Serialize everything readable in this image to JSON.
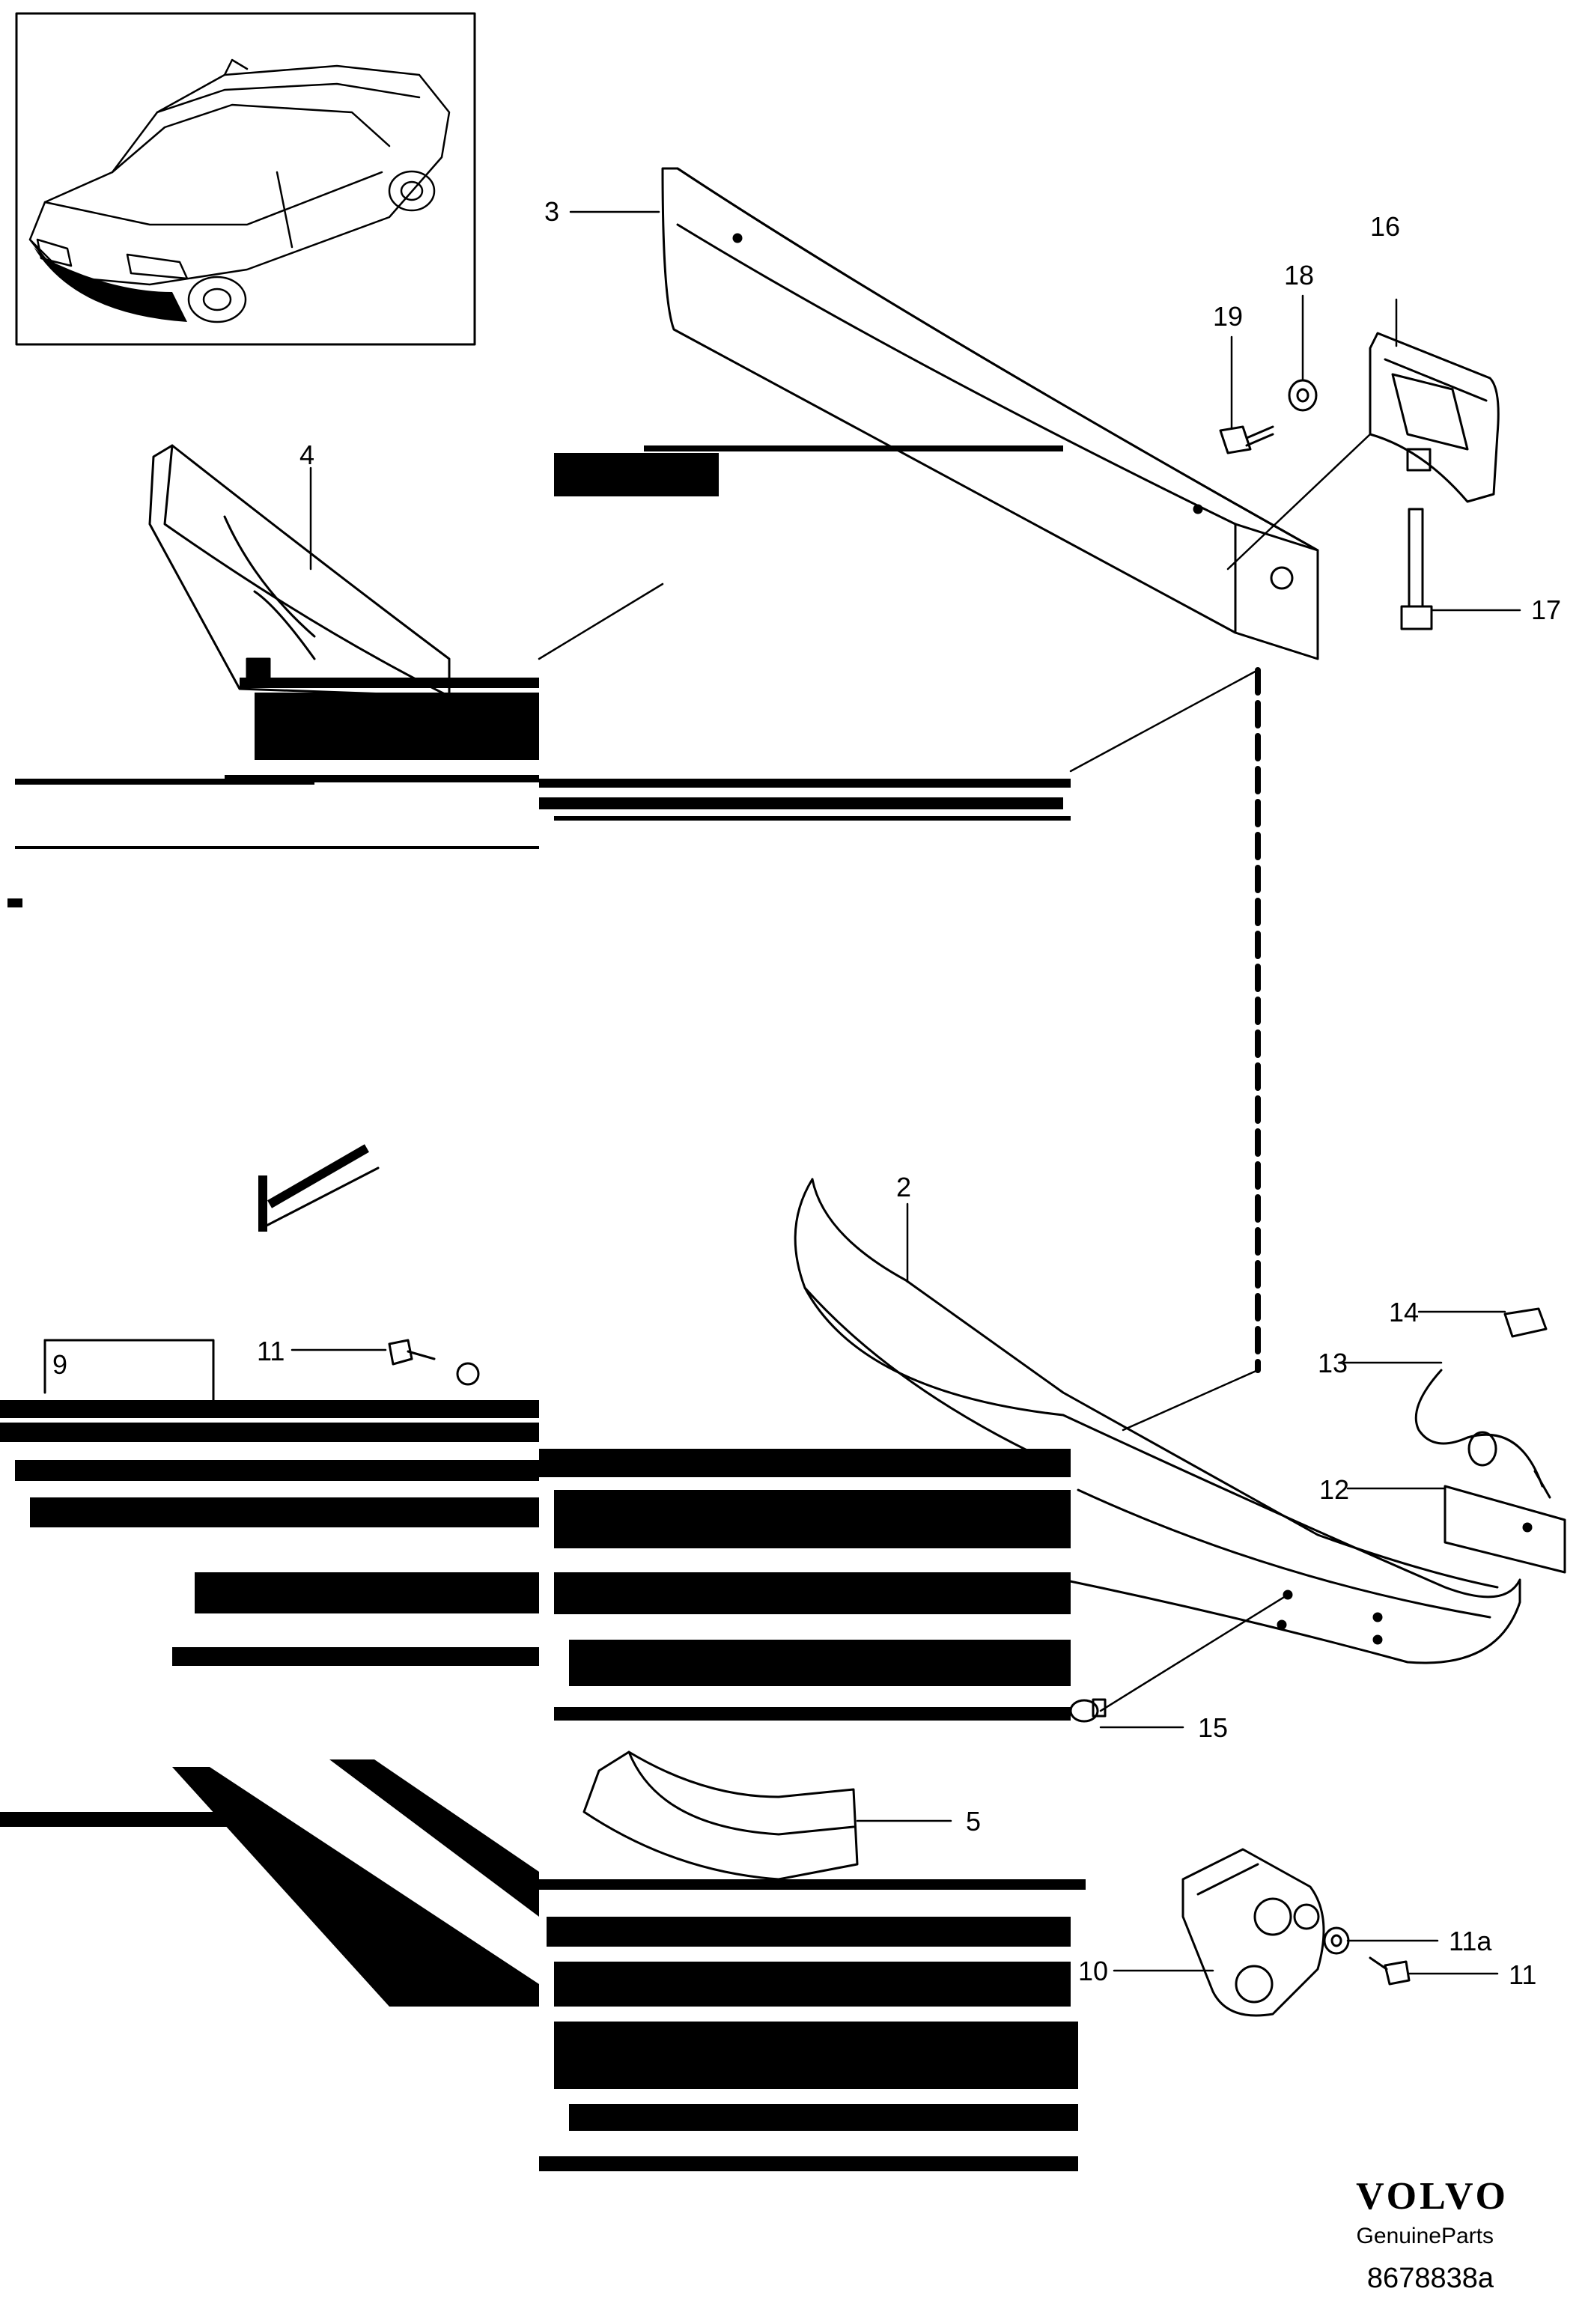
{
  "callouts": {
    "c2": "2",
    "c3": "3",
    "c4": "4",
    "c5": "5",
    "c9": "9",
    "c10": "10",
    "c11_top": "11",
    "c11a": "11a",
    "c11_bottom": "11",
    "c12": "12",
    "c13": "13",
    "c14": "14",
    "c15": "15",
    "c16": "16",
    "c17": "17",
    "c18": "18",
    "c19": "19"
  },
  "brand": {
    "name": "VOLVO",
    "subtitle": "GenuineParts",
    "code": "8678838a"
  },
  "colors": {
    "line": "#000000",
    "background": "#ffffff"
  }
}
